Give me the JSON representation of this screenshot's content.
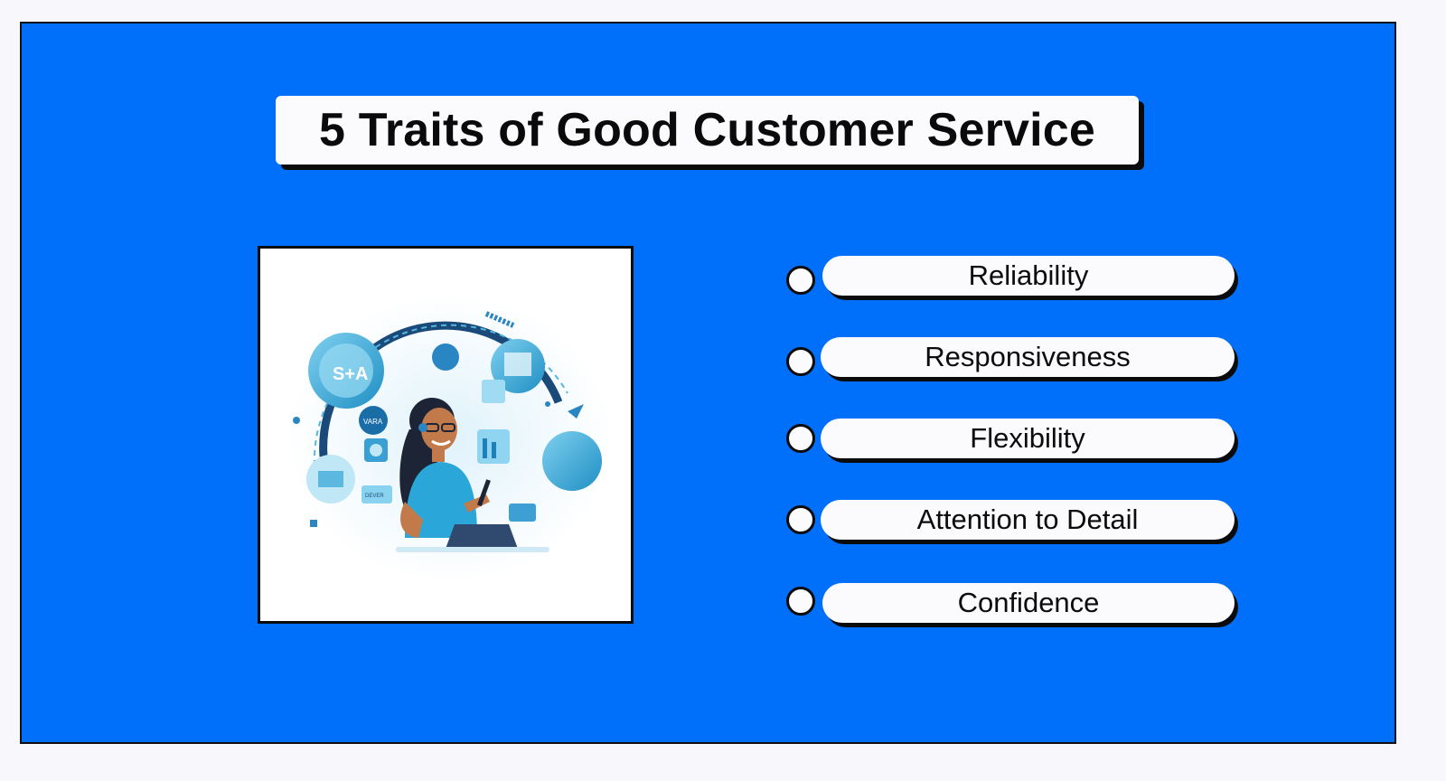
{
  "title": "5 Traits of Good Customer Service",
  "illustration": {
    "description_icon": "customer-service-agent-illustration",
    "badge_texts": [
      "S+A",
      "VARA",
      "DEVER"
    ]
  },
  "traits": [
    {
      "label": "Reliability"
    },
    {
      "label": "Responsiveness"
    },
    {
      "label": "Flexibility"
    },
    {
      "label": "Attention to Detail"
    },
    {
      "label": "Confidence"
    }
  ],
  "colors": {
    "background_panel": "#0070fa",
    "pill_fill": "#fbfbfe",
    "shadow": "#0b0b0b"
  }
}
